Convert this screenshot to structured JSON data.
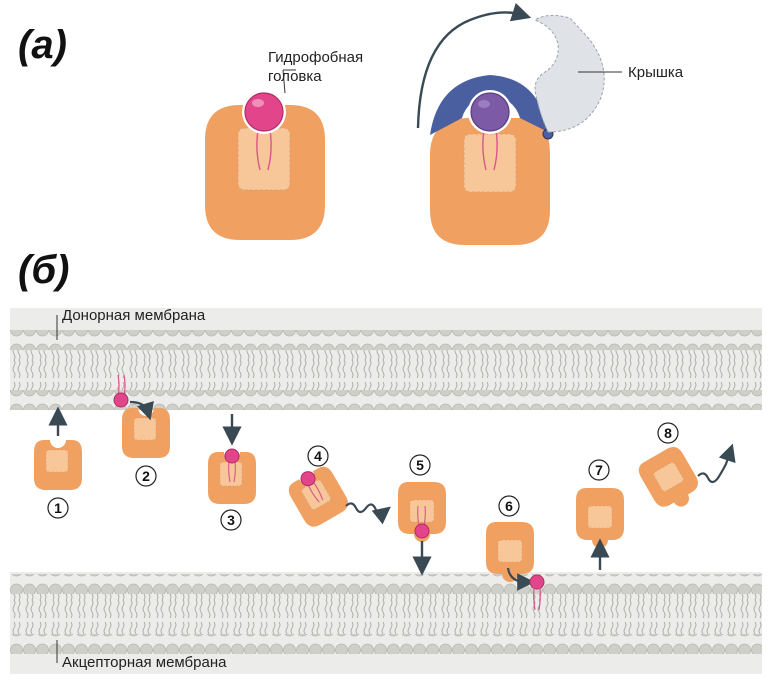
{
  "panel_a": {
    "label": "(а)",
    "head_label_line1": "Гидрофобная",
    "head_label_line2": "головка",
    "lid_label": "Крышка"
  },
  "panel_b": {
    "label": "(б)",
    "donor_membrane": "Донорная мембрана",
    "acceptor_membrane": "Акцепторная мембрана",
    "steps": [
      "1",
      "2",
      "3",
      "4",
      "5",
      "6",
      "7",
      "8"
    ]
  },
  "colors": {
    "protein": "#f0a060",
    "protein_light": "#f7c79a",
    "lipid_head": "#e2458a",
    "lid": "#4a5fa0",
    "membrane_head": "#cfcfca",
    "arrow": "#3a4a55"
  }
}
